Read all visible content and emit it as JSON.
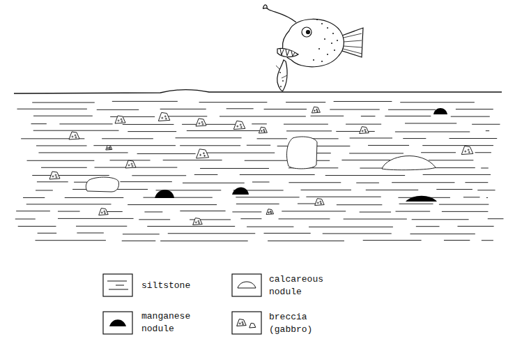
{
  "diagram": {
    "legend": [
      {
        "text": "siltstone"
      },
      {
        "text": "calcareous nodule"
      },
      {
        "text": "manganese nodule"
      },
      {
        "text": "breccia (gabbro)"
      }
    ]
  }
}
